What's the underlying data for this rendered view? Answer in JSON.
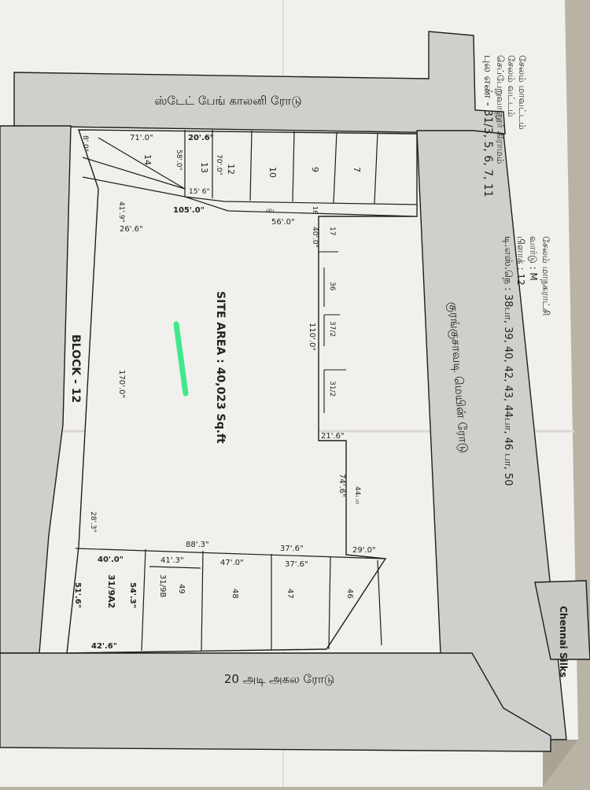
{
  "roads": {
    "top": "ஸ்டேட் பேங் காலனி ரோடு",
    "right": "குரங்குசாவடி மெயின் ரோடு",
    "bottom": "20 அடி அகல ரோடு"
  },
  "header_right": {
    "lines": [
      "சேலம் மாவட்டம்",
      "சேலம் வட்டம்",
      "செப்பேறுவானூர் கிராமம்",
      "புல எண் - 31/3, 5, 6, 7, 11"
    ],
    "lines2": [
      "சேலம் மாநகராட்சி",
      "வார்டு : M",
      "பிளாக் : 12",
      "டி.எஸ்.நெ : 38பா, 39, 40, 42, 43, 44பா, 46 பா, 50"
    ]
  },
  "site_area": "SITE AREA : 40,023 Sq.ft",
  "block_label": "BLOCK - 12",
  "neighbour_label": "Chennai Silks",
  "lane_label": "டை",
  "plots_top": [
    "14",
    "13",
    "12",
    "10",
    "9",
    "7"
  ],
  "plots_right": [
    "16",
    "17",
    "36",
    "37/2",
    "31/2",
    "44பா"
  ],
  "plots_bottom": [
    "31/9A2",
    "31/9B",
    "49",
    "48",
    "47",
    "46"
  ],
  "dimensions": {
    "d8_0": "8'.0\"",
    "d71_0": "71'.0\"",
    "d20_6": "20'.6\"",
    "d58_0": "58'.0\"",
    "d70_0": "70'.0\"",
    "d15_6": "15' 6\"",
    "d105_0": "105'.0\"",
    "d41_9": "41'.9\"",
    "d26_6": "26'.6\"",
    "d56_0": "56'.0\"",
    "d40_0r": "40'.0\"",
    "d110_0": "110'.0\"",
    "d21_6": "21'.6\"",
    "d74_6": "74'.6\"",
    "d170_0": "170'.0\"",
    "d28_3": "28'.3\"",
    "d88_3": "88'.3\"",
    "d37_6a": "37'.6\"",
    "d29_0": "29'.0\"",
    "d40_0b": "40'.0\"",
    "d41_3": "41'.3\"",
    "d47_0": "47'.0\"",
    "d37_6b": "37'.6\"",
    "d54_3": "54'.3\"",
    "d51_6": "51'.6\"",
    "d42_6": "42'.6\""
  },
  "colors": {
    "paper": "#f1f0ec",
    "road": "#cfcfcb",
    "ink": "#1e1e1e",
    "marker": "#3fe88b"
  }
}
